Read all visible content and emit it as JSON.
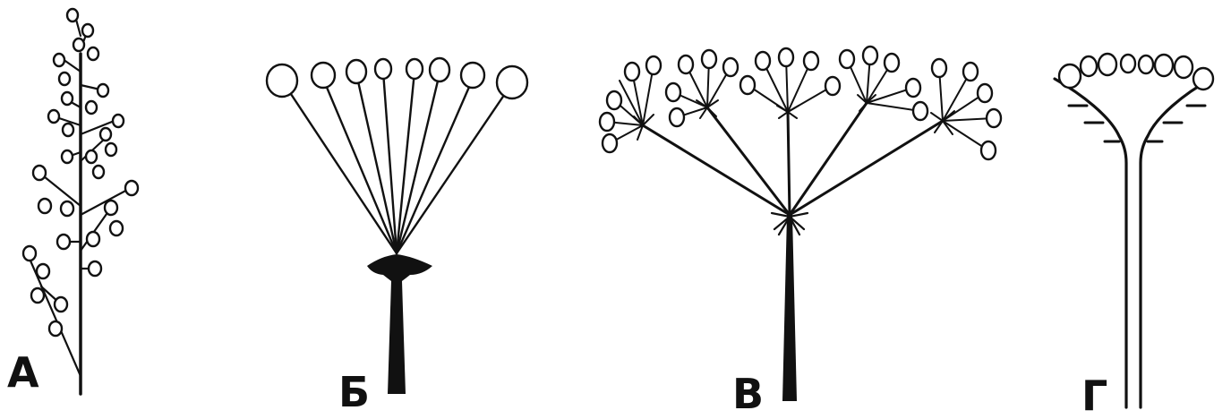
{
  "figures": [
    {
      "id": "A",
      "label": "А"
    },
    {
      "id": "B",
      "label": "Б"
    },
    {
      "id": "V",
      "label": "В"
    },
    {
      "id": "G",
      "label": "Г"
    }
  ]
}
